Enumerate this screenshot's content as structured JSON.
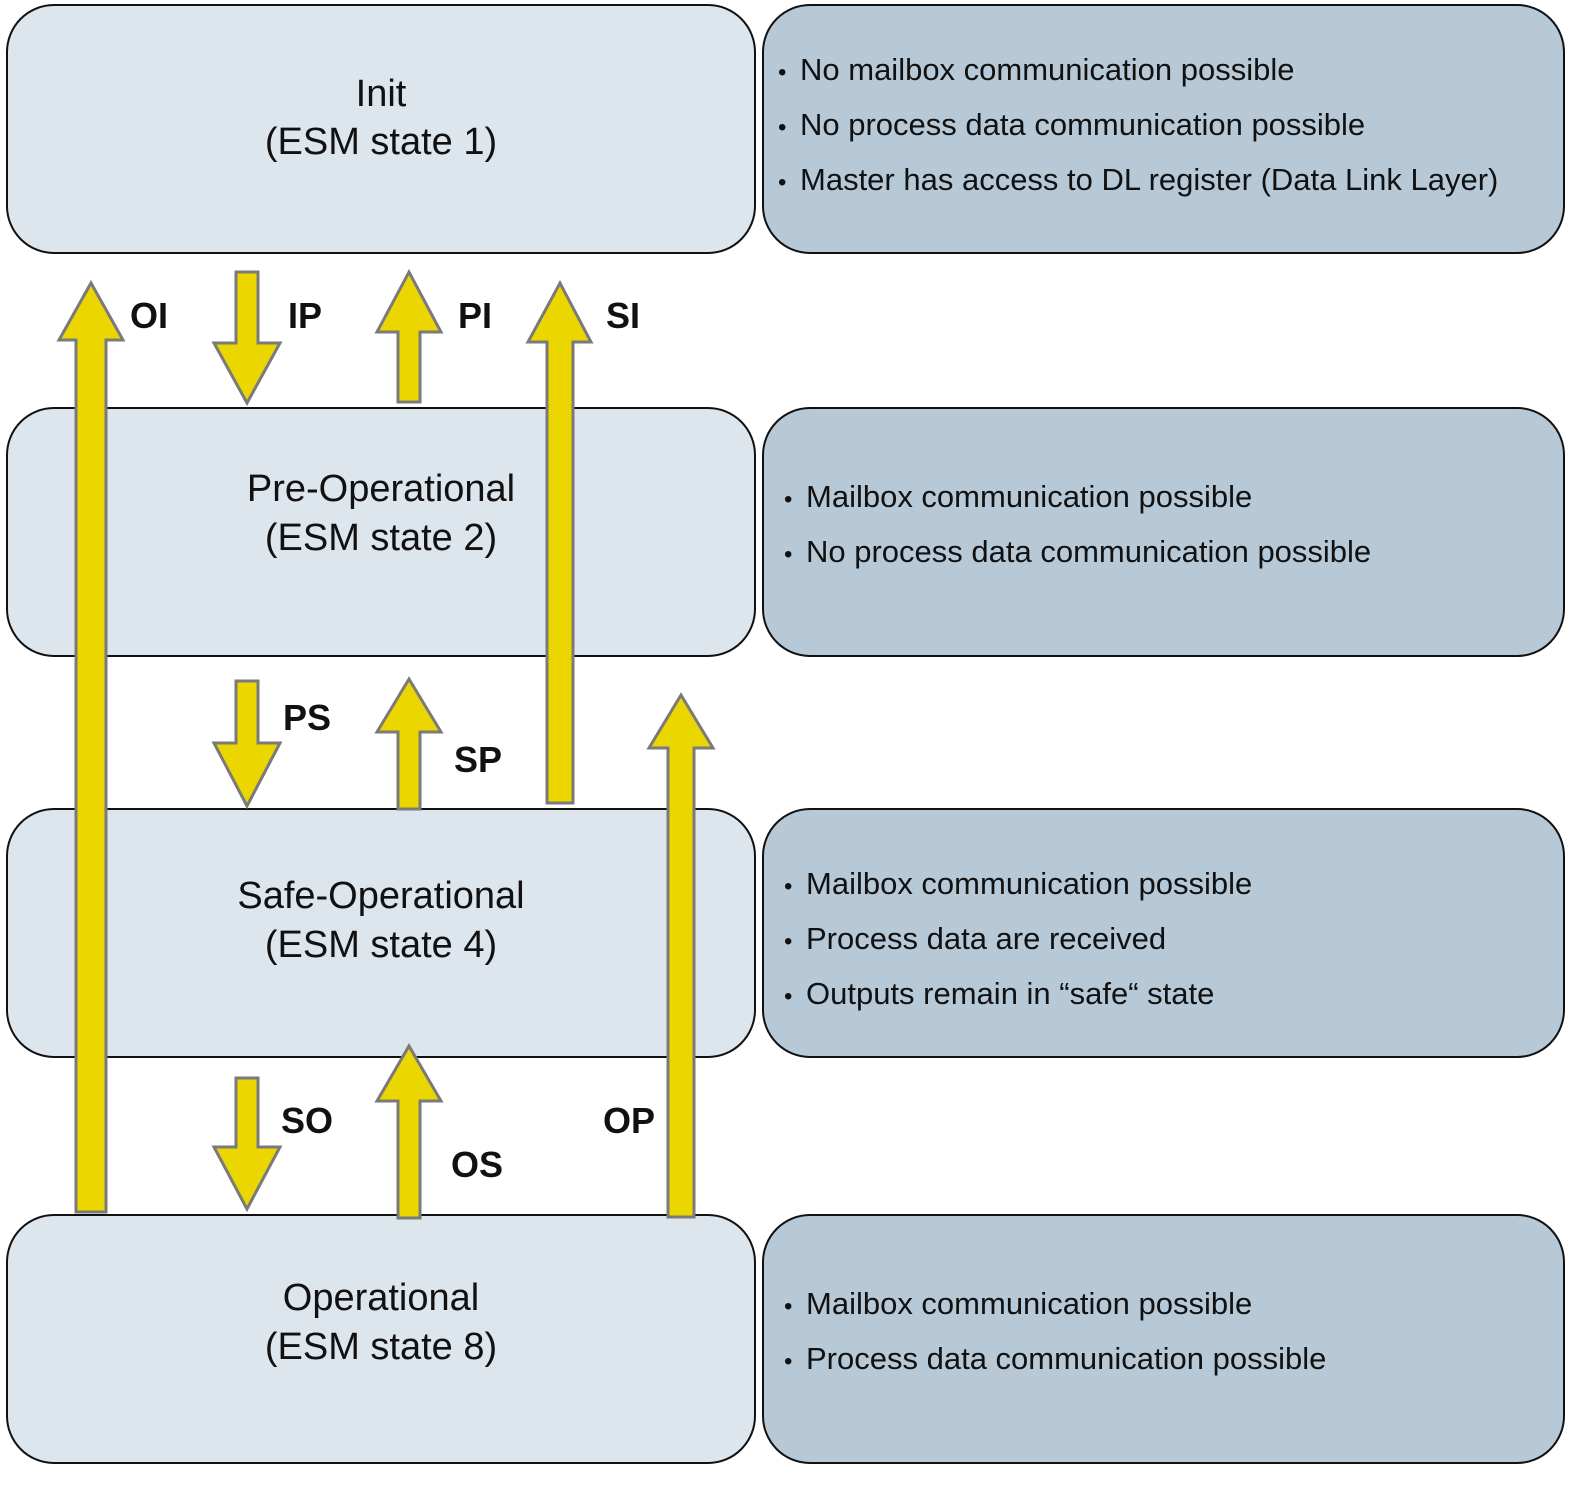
{
  "states": [
    {
      "id": "init",
      "name": "Init",
      "esm": "(ESM state 1)",
      "info": [
        "No mailbox communication possible",
        "No process data communication possible",
        "Master has access to DL register (Data Link Layer)"
      ]
    },
    {
      "id": "preop",
      "name": "Pre-Operational",
      "esm": "(ESM state 2)",
      "info": [
        "Mailbox communication possible",
        "No process data communication possible"
      ]
    },
    {
      "id": "safeop",
      "name": "Safe-Operational",
      "esm": "(ESM state 4)",
      "info": [
        "Mailbox communication possible",
        "Process data are received",
        "Outputs remain in “safe“ state"
      ]
    },
    {
      "id": "op",
      "name": "Operational",
      "esm": "(ESM state 8)",
      "info": [
        "Mailbox communication possible",
        "Process data communication possible"
      ]
    }
  ],
  "transitions": [
    {
      "label": "OI",
      "from": "Operational",
      "to": "Init",
      "direction": "up"
    },
    {
      "label": "IP",
      "from": "Init",
      "to": "Pre-Operational",
      "direction": "down"
    },
    {
      "label": "PI",
      "from": "Pre-Operational",
      "to": "Init",
      "direction": "up"
    },
    {
      "label": "SI",
      "from": "Safe-Operational",
      "to": "Init",
      "direction": "up"
    },
    {
      "label": "PS",
      "from": "Pre-Operational",
      "to": "Safe-Operational",
      "direction": "down"
    },
    {
      "label": "SP",
      "from": "Safe-Operational",
      "to": "Pre-Operational",
      "direction": "up"
    },
    {
      "label": "OP",
      "from": "Operational",
      "to": "Pre-Operational",
      "direction": "up"
    },
    {
      "label": "SO",
      "from": "Safe-Operational",
      "to": "Operational",
      "direction": "down"
    },
    {
      "label": "OS",
      "from": "Operational",
      "to": "Safe-Operational",
      "direction": "up"
    }
  ],
  "colors": {
    "state_fill": "#dde5ed",
    "info_fill": "#b7c9d7",
    "arrow_fill": "#ecd600",
    "arrow_stroke": "#7a7a7a",
    "border": "#111111"
  }
}
